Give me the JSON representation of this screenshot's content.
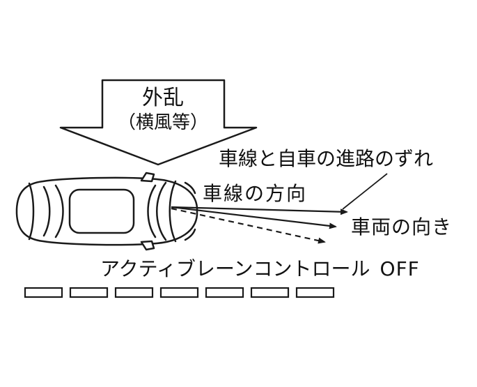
{
  "diagram": {
    "disturbance": {
      "line1": "外乱",
      "line2": "（横風等）"
    },
    "labels": {
      "deviation": "車線と自車の進路のずれ",
      "lane_direction": "車線の方向",
      "vehicle_direction": "車両の向き"
    },
    "status": {
      "label": "アクティブレーンコントロール",
      "value": "OFF"
    },
    "icons": {
      "down_block_arrow": "down-block-arrow",
      "car_top_view": "car-top-view",
      "lane_direction_arrow": "solid-right-arrow",
      "vehicle_direction_arrow": "solid-angled-arrow",
      "drift_path_arrow": "dashed-angled-arrow",
      "lane_markings": "dashed-lane-line"
    },
    "colors": {
      "line": "#1a1a1a",
      "background": "#ffffff"
    }
  }
}
